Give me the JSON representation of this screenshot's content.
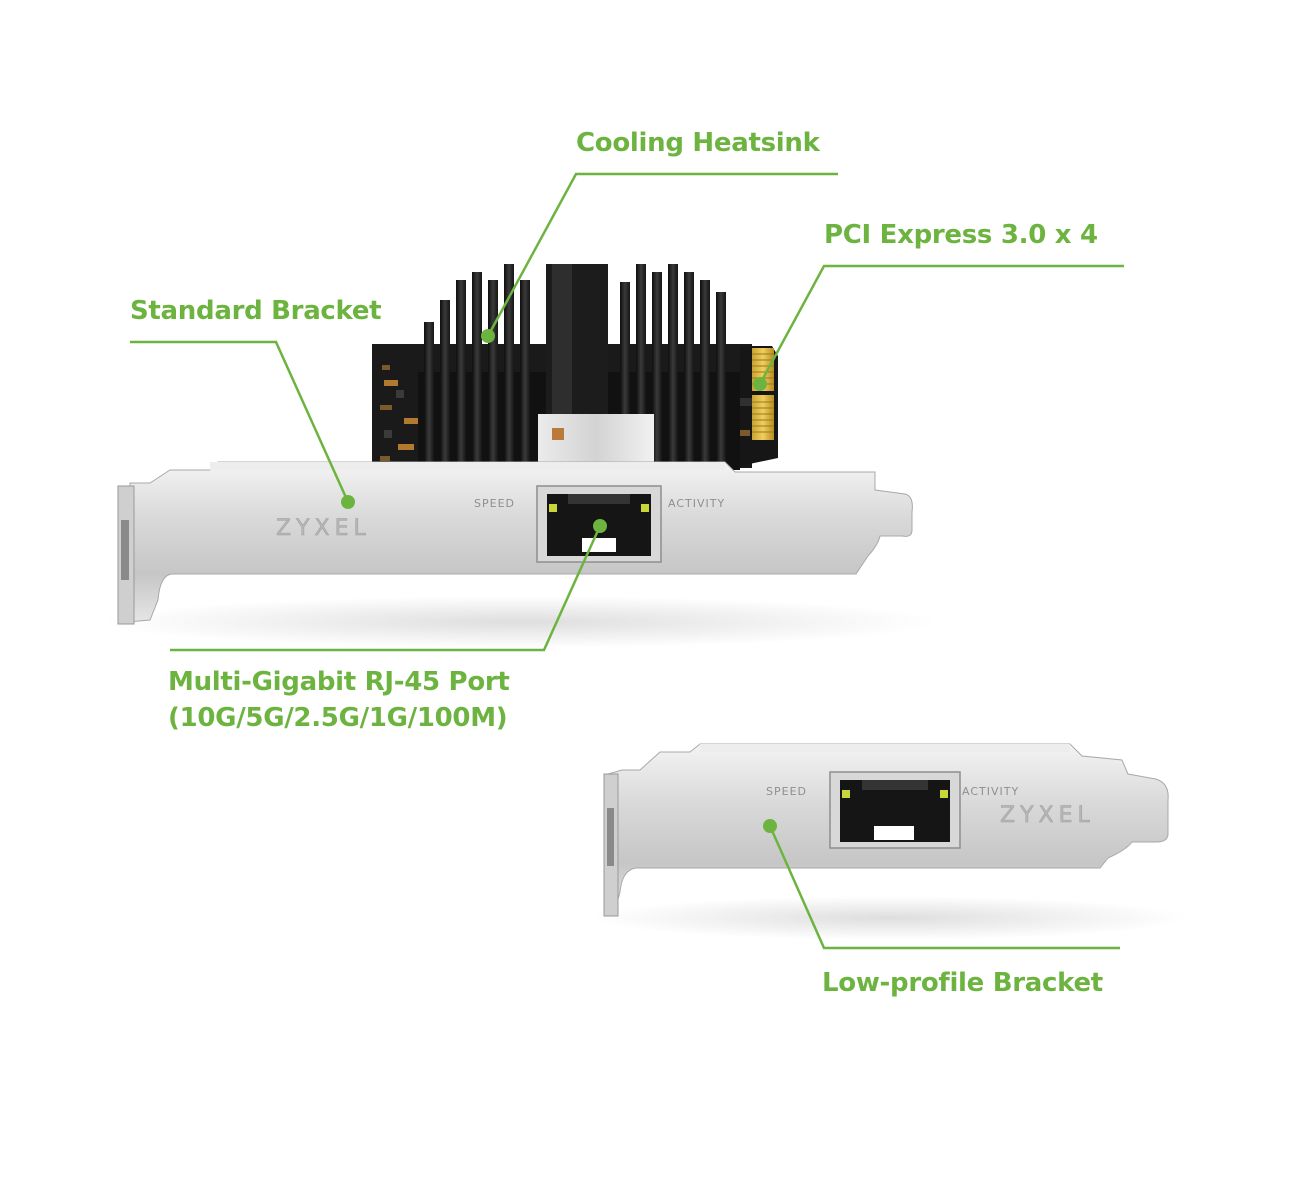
{
  "accent_color": "#6cb43f",
  "labels": {
    "cooling_heatsink": "Cooling Heatsink",
    "pci_express": "PCI Express 3.0 x 4",
    "standard_bracket": "Standard Bracket",
    "rj45_port_line1": "Multi-Gigabit RJ-45 Port",
    "rj45_port_line2": "(10G/5G/2.5G/1G/100M)",
    "low_profile_bracket": "Low-profile Bracket"
  },
  "standard_card": {
    "brand": "ZYXEL",
    "speed_label": "SPEED",
    "activity_label": "ACTIVITY"
  },
  "low_profile_card": {
    "brand": "ZYXEL",
    "speed_label": "SPEED",
    "activity_label": "ACTIVITY"
  },
  "icons": [
    "heatsink-icon",
    "bracket-icon",
    "rj45-port-icon",
    "pcie-connector-icon"
  ]
}
